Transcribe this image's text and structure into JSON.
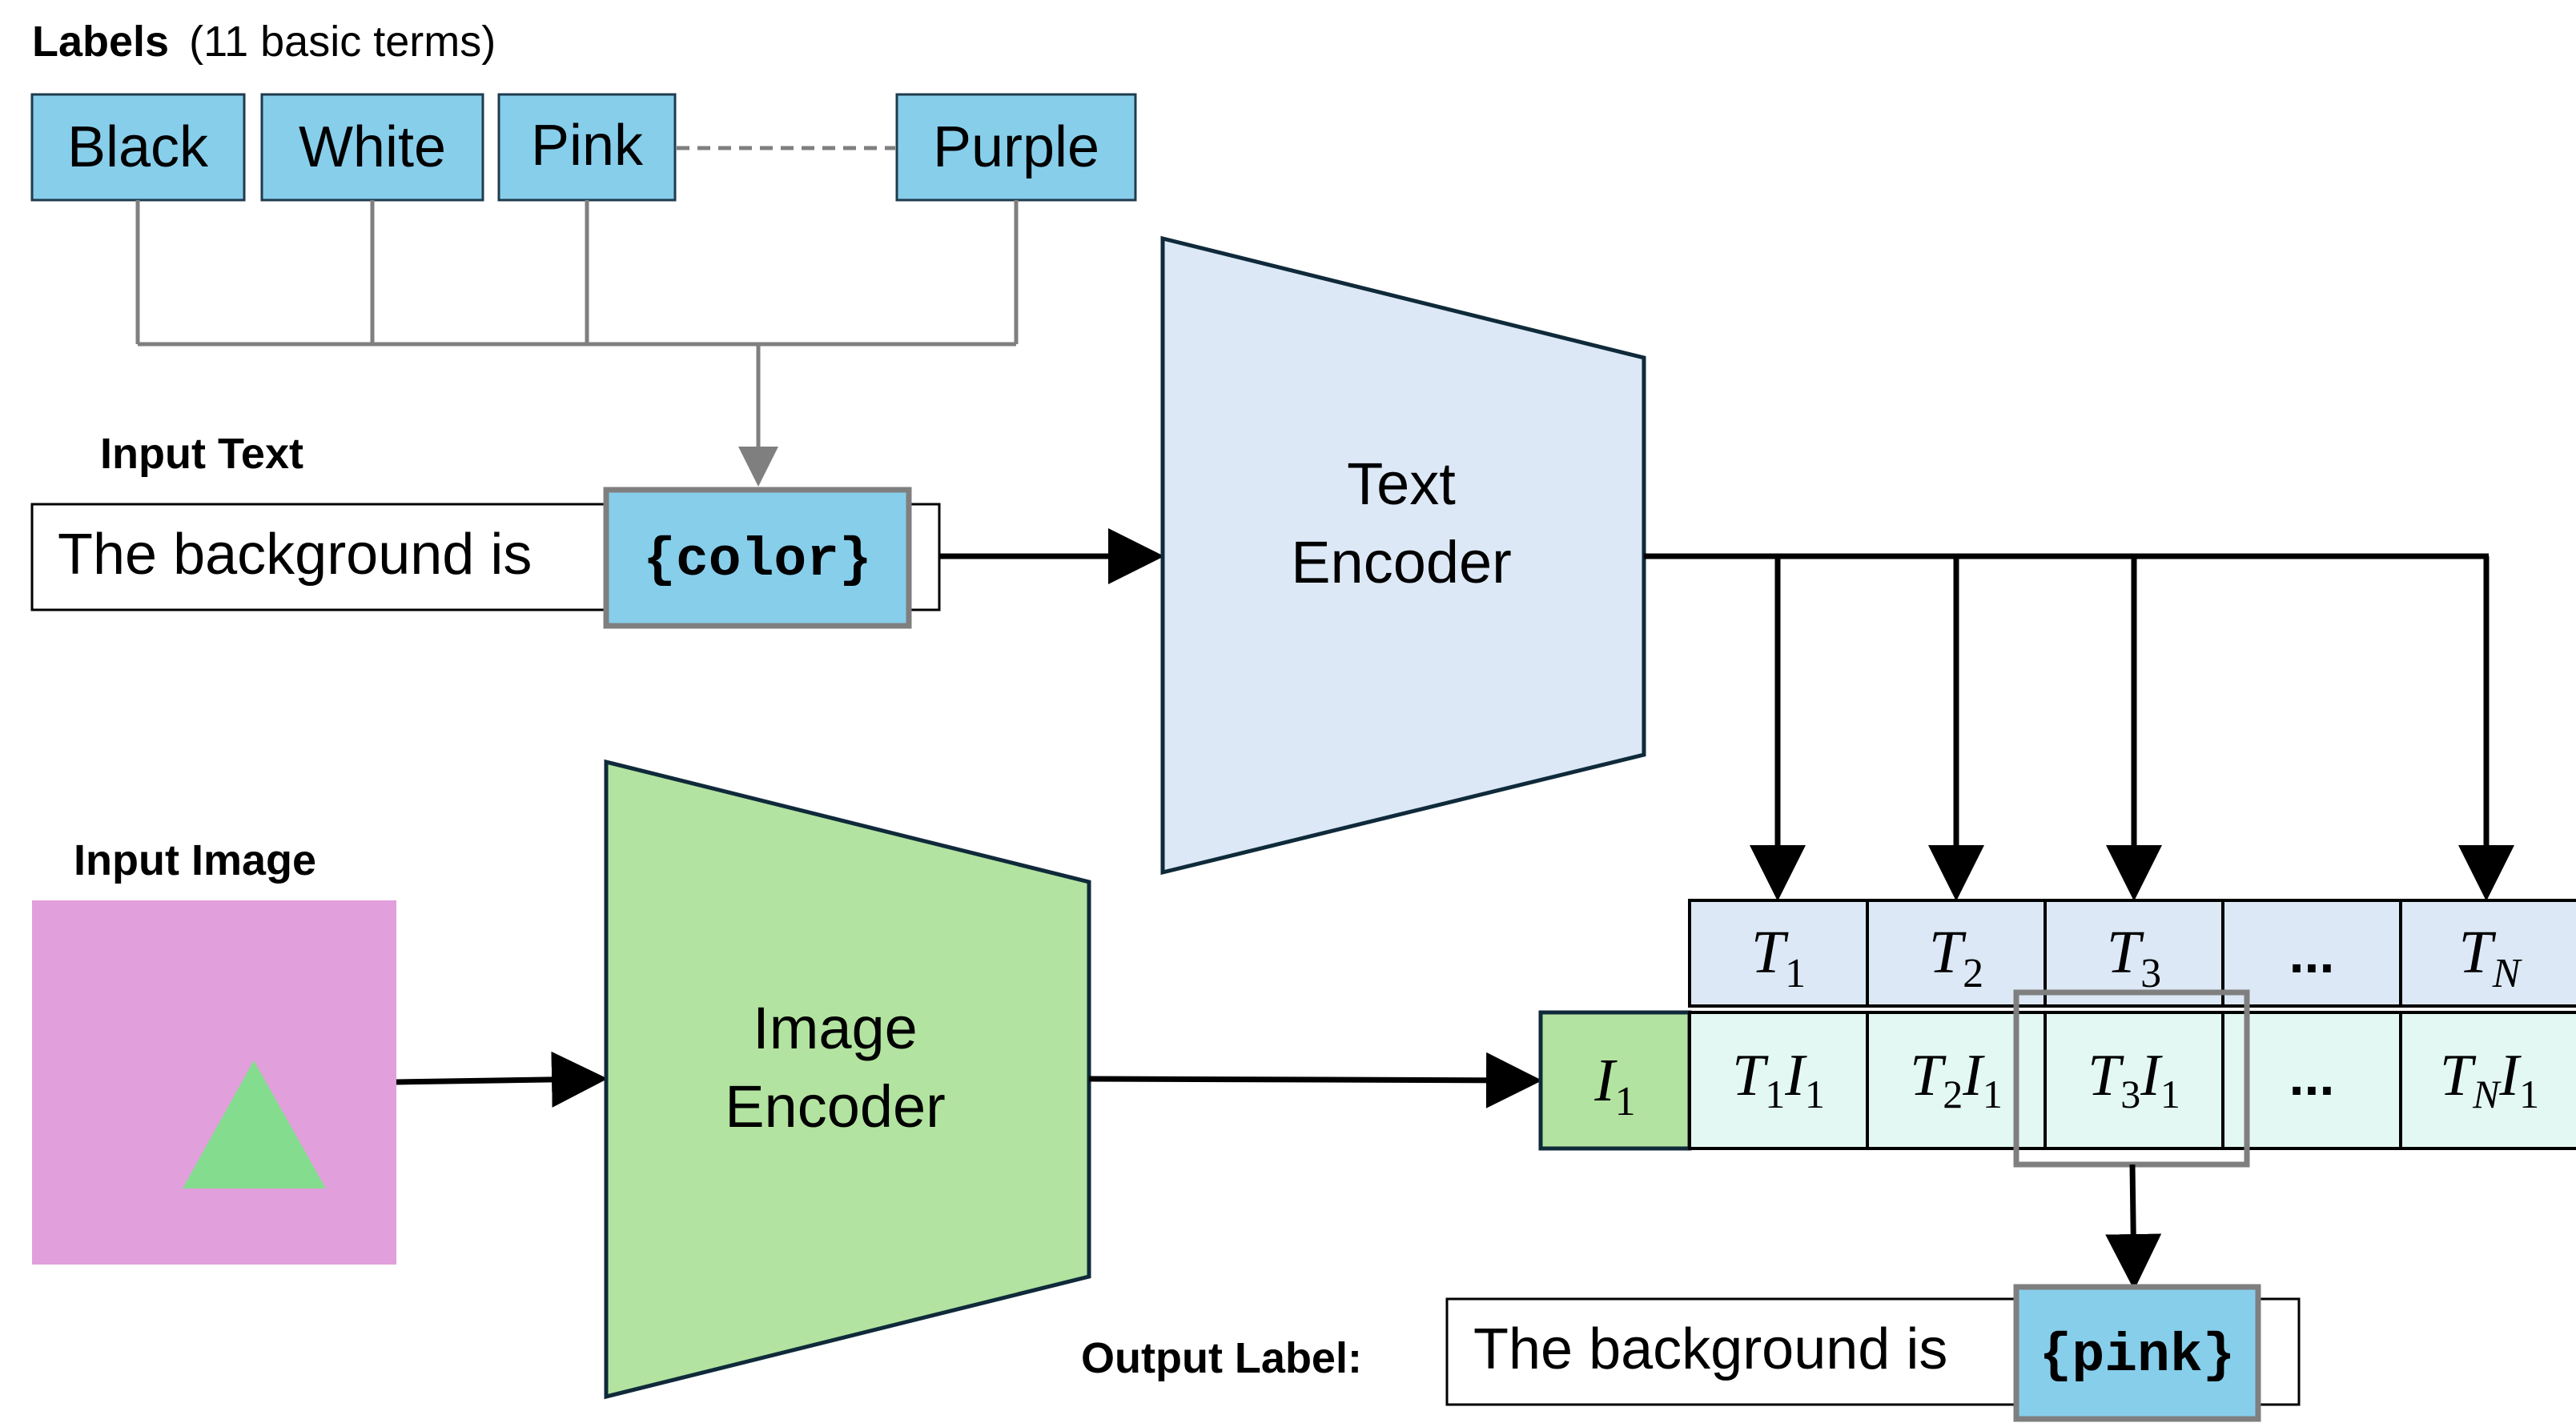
{
  "labels_section": {
    "title_bold": "Labels",
    "title_rest": "(11 basic terms)",
    "items": [
      "Black",
      "White",
      "Pink",
      "Purple"
    ]
  },
  "input_text": {
    "heading": "Input Text",
    "prefix": "The background is",
    "placeholder": "{color}"
  },
  "text_encoder": {
    "line1": "Text",
    "line2": "Encoder"
  },
  "input_image": {
    "heading": "Input Image"
  },
  "image_encoder": {
    "line1": "Image",
    "line2": "Encoder"
  },
  "matrix": {
    "text_embeddings": [
      {
        "base": "T",
        "sub": "1"
      },
      {
        "base": "T",
        "sub": "2"
      },
      {
        "base": "T",
        "sub": "3"
      },
      {
        "ellipsis": "..."
      },
      {
        "base": "T",
        "sub": "N"
      }
    ],
    "image_embedding": {
      "base": "I",
      "sub": "1"
    },
    "products": [
      {
        "t": "T",
        "ts": "1",
        "i": "I",
        "is": "1"
      },
      {
        "t": "T",
        "ts": "2",
        "i": "I",
        "is": "1"
      },
      {
        "t": "T",
        "ts": "3",
        "i": "I",
        "is": "1"
      },
      {
        "ellipsis": "..."
      },
      {
        "t": "T",
        "ts": "N",
        "i": "I",
        "is": "1"
      }
    ]
  },
  "output": {
    "label": "Output Label:",
    "prefix": "The background is",
    "value": "{pink}"
  },
  "colors": {
    "label_box": "#87CEEB",
    "text_encoder_fill": "#DCE8F5",
    "image_encoder_fill": "#B3E3A0",
    "input_image_bg": "#E19FDC",
    "triangle": "#84DC8E",
    "t_header_fill": "#DCE8F5",
    "product_fill": "#E3F8F2",
    "i1_fill": "#B3E3A0",
    "connector_gray": "#7F7F7F",
    "arrow": "#000000"
  }
}
